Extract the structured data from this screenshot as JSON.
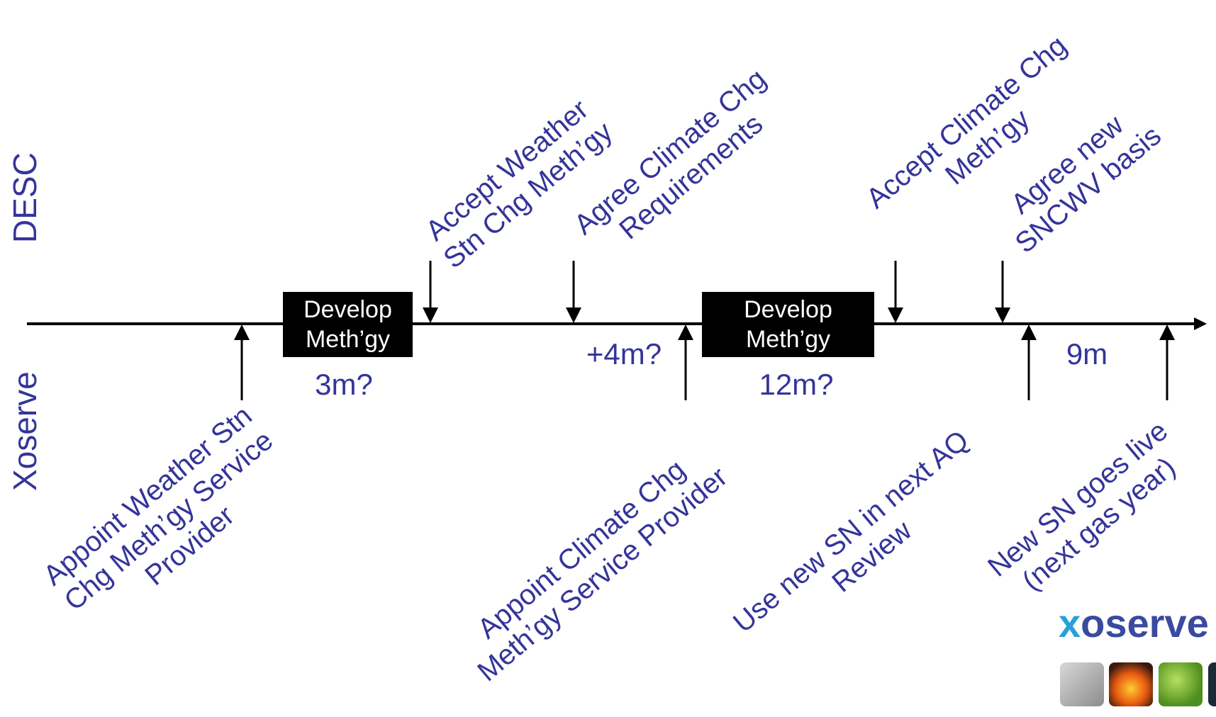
{
  "lanes": {
    "top": "DESC",
    "bottom": "Xoserve"
  },
  "boxes": [
    {
      "line1": "Develop",
      "line2": "Meth’gy"
    },
    {
      "line1": "Develop",
      "line2": "Meth’gy"
    }
  ],
  "durations": [
    "3m?",
    "+4m?",
    "12m?",
    "9m"
  ],
  "desc_events": [
    {
      "line1": "Accept Weather",
      "line2": "Stn Chg Meth’gy"
    },
    {
      "line1": "Agree Climate Chg",
      "line2": "Requirements"
    },
    {
      "line1": "Accept Climate Chg",
      "line2": "Meth’gy"
    },
    {
      "line1": "Agree new",
      "line2": "SNCWV basis"
    }
  ],
  "xoserve_events": [
    {
      "line1": "Appoint Weather Stn",
      "line2": "Chg Meth’gy Service",
      "line3": "Provider"
    },
    {
      "line1": "Appoint Climate Chg",
      "line2": "Meth’gy Service Provider"
    },
    {
      "line1": "Use new SN in next AQ",
      "line2": "Review"
    },
    {
      "line1": "New SN goes live",
      "line2": "(next gas year)"
    }
  ],
  "logo": {
    "text_x": "x",
    "text_rest": "oserve"
  },
  "colors": {
    "text": "#34349a",
    "line": "#000000",
    "box": "#000000"
  }
}
